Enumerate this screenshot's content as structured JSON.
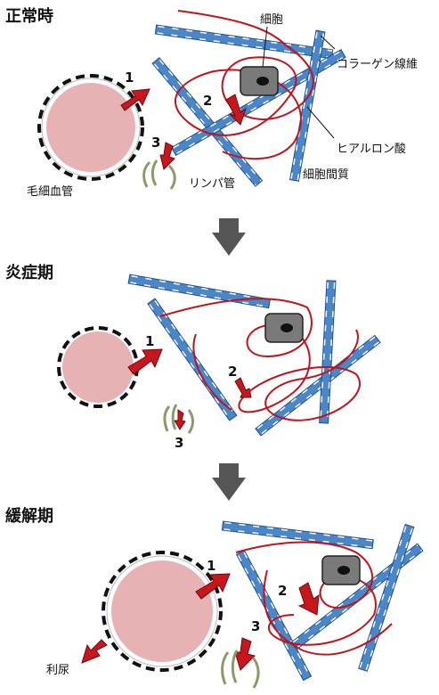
{
  "stages": [
    {
      "title": "正常時"
    },
    {
      "title": "炎症期"
    },
    {
      "title": "緩解期"
    }
  ],
  "labels": {
    "cell": "細胞",
    "collagen": "コラーゲン線維",
    "hyaluronan": "ヒアルロン酸",
    "interstitium": "細胞間質",
    "capillary": "毛細血管",
    "lymph": "リンパ管",
    "diuresis": "利尿"
  },
  "arrow_numbers": {
    "one": "1",
    "two": "2",
    "three": "3"
  },
  "colors": {
    "fiber_blue": "#4a86c8",
    "hyaluronan_red": "#c0141c",
    "arrow_red": "#c8161d",
    "capillary_fill": "#e6b2b4",
    "cell_gray": "#7a7a7a",
    "down_arrow": "#555555",
    "lymph_green": "#8a9a6a"
  },
  "icons": [
    "down-arrow-icon",
    "lymph-vessel-icon",
    "red-arrow-icon"
  ]
}
